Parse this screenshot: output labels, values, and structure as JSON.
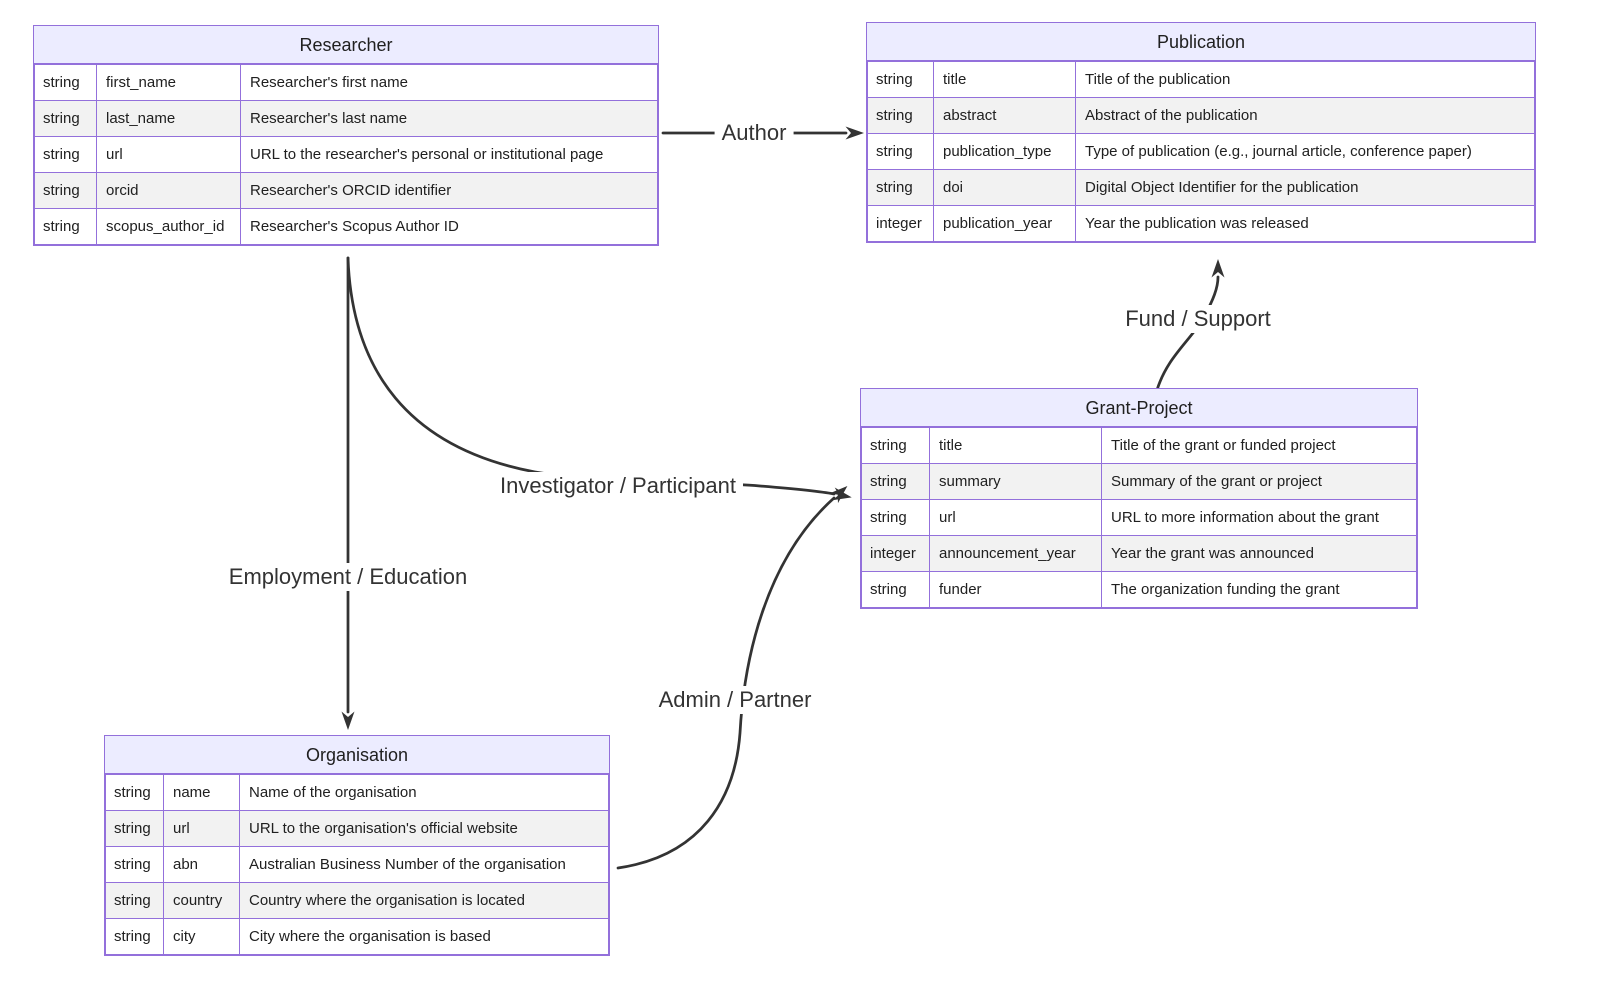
{
  "diagram": {
    "kind": "entity-relationship"
  },
  "colors": {
    "entity_border": "#9370DB",
    "entity_header_fill": "#ECECFF",
    "row_fill": "#ffffff",
    "row_alt_fill": "#f2f2f2",
    "edge": "#333333",
    "text": "#202020",
    "background": "#ffffff"
  },
  "entities": {
    "researcher": {
      "title": "Researcher",
      "rows": [
        {
          "type": "string",
          "name": "first_name",
          "desc": "Researcher's first name"
        },
        {
          "type": "string",
          "name": "last_name",
          "desc": "Researcher's last name"
        },
        {
          "type": "string",
          "name": "url",
          "desc": "URL to the researcher's personal or institutional page"
        },
        {
          "type": "string",
          "name": "orcid",
          "desc": "Researcher's ORCID identifier"
        },
        {
          "type": "string",
          "name": "scopus_author_id",
          "desc": "Researcher's Scopus Author ID"
        }
      ]
    },
    "publication": {
      "title": "Publication",
      "rows": [
        {
          "type": "string",
          "name": "title",
          "desc": "Title of the publication"
        },
        {
          "type": "string",
          "name": "abstract",
          "desc": "Abstract of the publication"
        },
        {
          "type": "string",
          "name": "publication_type",
          "desc": "Type of publication (e.g., journal article, conference paper)"
        },
        {
          "type": "string",
          "name": "doi",
          "desc": "Digital Object Identifier for the publication"
        },
        {
          "type": "integer",
          "name": "publication_year",
          "desc": "Year the publication was released"
        }
      ]
    },
    "grant_project": {
      "title": "Grant-Project",
      "rows": [
        {
          "type": "string",
          "name": "title",
          "desc": "Title of the grant or funded project"
        },
        {
          "type": "string",
          "name": "summary",
          "desc": "Summary of the grant or project"
        },
        {
          "type": "string",
          "name": "url",
          "desc": "URL to more information about the grant"
        },
        {
          "type": "integer",
          "name": "announcement_year",
          "desc": "Year the grant was announced"
        },
        {
          "type": "string",
          "name": "funder",
          "desc": "The organization funding the grant"
        }
      ]
    },
    "organisation": {
      "title": "Organisation",
      "rows": [
        {
          "type": "string",
          "name": "name",
          "desc": "Name of the organisation"
        },
        {
          "type": "string",
          "name": "url",
          "desc": "URL to the organisation's official website"
        },
        {
          "type": "string",
          "name": "abn",
          "desc": "Australian Business Number of the organisation"
        },
        {
          "type": "string",
          "name": "country",
          "desc": "Country where the organisation is located"
        },
        {
          "type": "string",
          "name": "city",
          "desc": "City where the organisation is based"
        }
      ]
    }
  },
  "relationships": [
    {
      "label": "Author",
      "from": "Researcher",
      "to": "Publication"
    },
    {
      "label": "Fund / Support",
      "from": "Grant-Project",
      "to": "Publication"
    },
    {
      "label": "Investigator / Participant",
      "from": "Researcher",
      "to": "Grant-Project"
    },
    {
      "label": "Employment / Education",
      "from": "Researcher",
      "to": "Organisation"
    },
    {
      "label": "Admin / Partner",
      "from": "Organisation",
      "to": "Grant-Project"
    }
  ]
}
